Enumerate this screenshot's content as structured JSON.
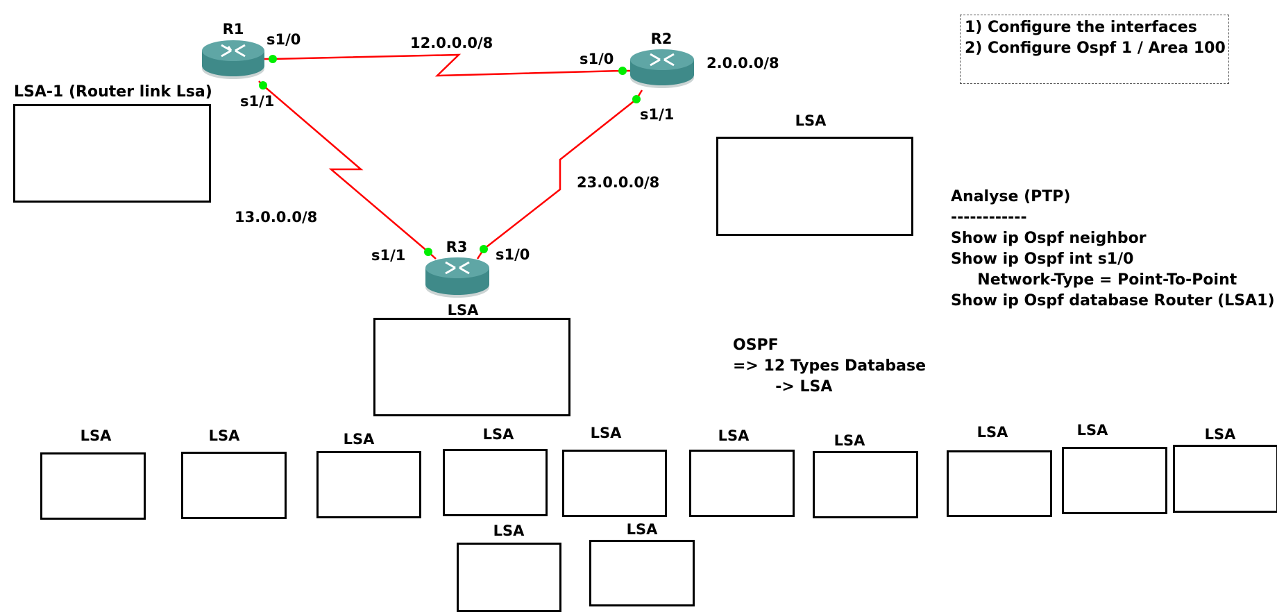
{
  "colors": {
    "link": "#ff0000",
    "port": "#00ee00",
    "router_body": "#3f8a89",
    "router_top": "#5fa6a5",
    "box_border": "#000000"
  },
  "routers": [
    {
      "name": "R1",
      "icon": "router-icon"
    },
    {
      "name": "R2",
      "icon": "router-icon"
    },
    {
      "name": "R3",
      "icon": "router-icon"
    }
  ],
  "interfaces": {
    "r1_s10": "s1/0",
    "r1_s11": "s1/1",
    "r2_s10": "s1/0",
    "r2_s11": "s1/1",
    "r3_s11": "s1/1",
    "r3_s10": "s1/0"
  },
  "networks": {
    "r1_r2": "12.0.0.0/8",
    "r1_r3": "13.0.0.0/8",
    "r2_r3": "23.0.0.0/8",
    "r2_loopback": "2.0.0.0/8"
  },
  "task_note": {
    "lines": [
      "1) Configure the interfaces",
      "2) Configure Ospf 1 / Area 100"
    ]
  },
  "analyse": {
    "lines": [
      "Analyse (PTP)",
      "------------",
      "Show ip Ospf neighbor",
      "Show ip Ospf int s1/0",
      "     Network-Type = Point-To-Point",
      "Show ip Ospf database Router (LSA1)"
    ]
  },
  "ospf_note": {
    "lines": [
      "OSPF",
      "=> 12 Types Database",
      "        -> LSA"
    ]
  },
  "lsa_boxes": {
    "lsa1": "LSA-1 (Router link Lsa)",
    "top_right": "LSA",
    "r3": "LSA",
    "bottom": [
      "LSA",
      "LSA",
      "LSA",
      "LSA",
      "LSA",
      "LSA",
      "LSA",
      "LSA",
      "LSA",
      "LSA",
      "LSA",
      "LSA"
    ]
  }
}
